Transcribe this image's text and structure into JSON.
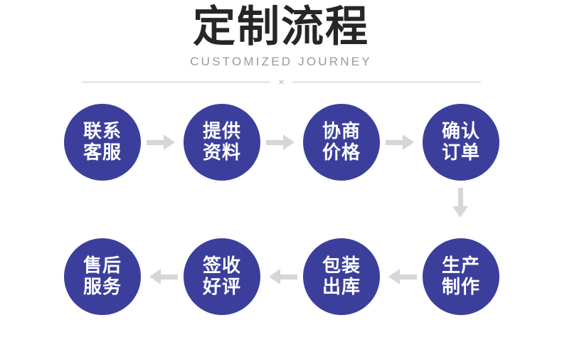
{
  "header": {
    "title": "定制流程",
    "subtitle": "CUSTOMIZED JOURNEY",
    "divider_mark": "×"
  },
  "theme": {
    "node_fill": "#3b3f9b",
    "node_text": "#ffffff",
    "arrow_color": "#d6d6d6",
    "title_color": "#262626",
    "subtitle_color": "#9a9a9a",
    "divider_color": "#c9c9c9",
    "background": "#ffffff"
  },
  "flow": {
    "rows": [
      {
        "direction": "left-to-right",
        "nodes": [
          {
            "line1": "联系",
            "line2": "客服"
          },
          {
            "line1": "提供",
            "line2": "资料"
          },
          {
            "line1": "协商",
            "line2": "价格"
          },
          {
            "line1": "确认",
            "line2": "订单"
          }
        ]
      },
      {
        "direction": "right-to-left",
        "nodes": [
          {
            "line1": "售后",
            "line2": "服务"
          },
          {
            "line1": "签收",
            "line2": "好评"
          },
          {
            "line1": "包装",
            "line2": "出库"
          },
          {
            "line1": "生产",
            "line2": "制作"
          }
        ]
      }
    ],
    "connectors": {
      "row1_arrow": "arrow-right-icon",
      "row2_arrow": "arrow-left-icon",
      "row_link_arrow": "arrow-down-icon"
    }
  }
}
